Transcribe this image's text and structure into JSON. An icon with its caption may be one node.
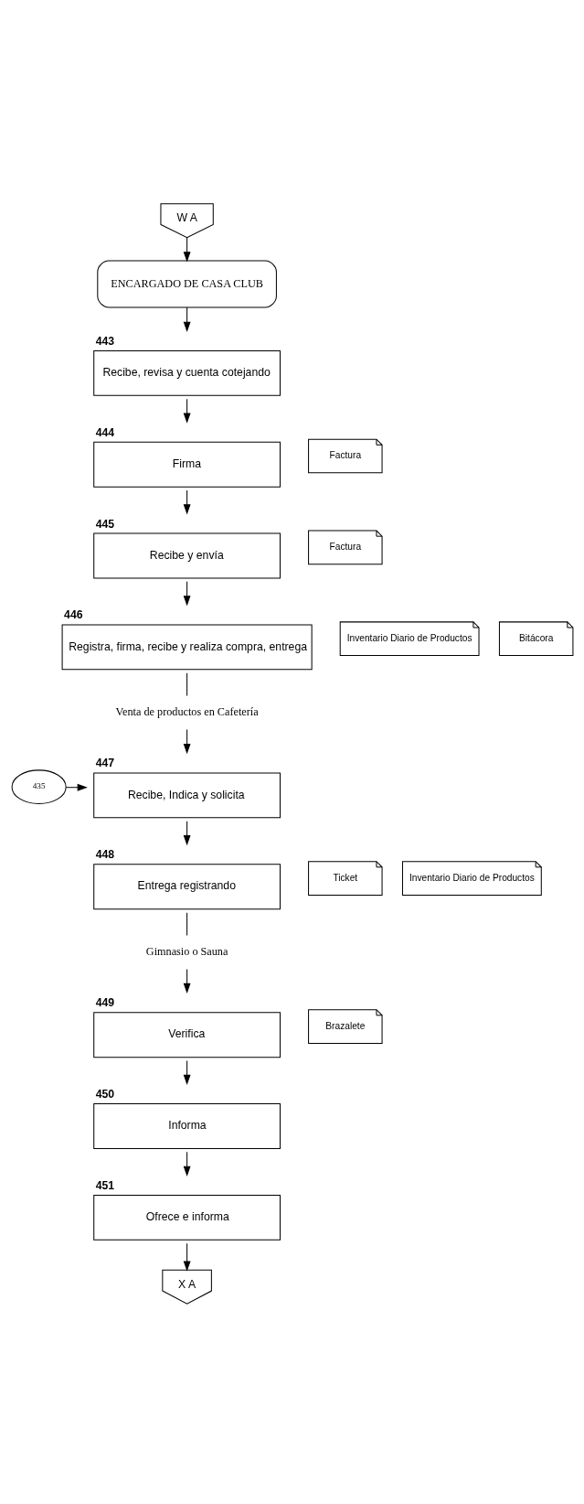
{
  "diagram": {
    "nodes": [
      {
        "text": [
          "W A"
        ]
      },
      {
        "text": [
          "ENCARGADO DE CASA CLUB"
        ]
      },
      {
        "text": [
          "Recibe, revisa y cuenta cotejando"
        ],
        "beside": [
          "443"
        ]
      },
      {
        "text": [
          "Firma"
        ],
        "beside": [
          "444"
        ]
      },
      {
        "text": [
          "Factura"
        ]
      },
      {
        "text": [
          "Recibe y envía"
        ],
        "beside": [
          "445"
        ]
      },
      {
        "text": [
          "Factura"
        ]
      },
      {
        "text": [
          "Registra, firma, recibe y realiza compra, entrega"
        ],
        "beside": [
          "446"
        ]
      },
      {
        "text": [
          "Inventario Diario de Productos"
        ]
      },
      {
        "text": [
          "Bitácora"
        ]
      },
      {
        "text": [
          "Venta de productos en Cafetería"
        ]
      },
      {
        "text": [
          "435"
        ]
      },
      {
        "text": [
          "Recibe, Indica y solicita"
        ],
        "beside": [
          "447"
        ]
      },
      {
        "text": [
          "Entrega registrando"
        ],
        "beside": [
          "448"
        ]
      },
      {
        "text": [
          "Ticket"
        ]
      },
      {
        "text": [
          "Inventario Diario de Productos"
        ]
      },
      {
        "text": [
          "Gimnasio o Sauna"
        ]
      },
      {
        "text": [
          "Verifica"
        ],
        "beside": [
          "449"
        ]
      },
      {
        "text": [
          "Brazalete"
        ]
      },
      {
        "text": [
          "Informa"
        ],
        "beside": [
          "450"
        ]
      },
      {
        "text": [
          "Ofrece e informa"
        ],
        "beside": [
          "451"
        ]
      },
      {
        "text": [
          "X A"
        ]
      }
    ],
    "edges": [
      {
        "from": 0,
        "to": 1,
        "arrow": "to"
      },
      {
        "from": 1,
        "to": 2,
        "arrow": "to"
      },
      {
        "from": 2,
        "to": 3,
        "arrow": "to"
      },
      {
        "from": 3,
        "to": 5,
        "arrow": "to"
      },
      {
        "from": 5,
        "to": 7,
        "arrow": "to"
      },
      {
        "from": 7,
        "to": 10,
        "arrow": "none"
      },
      {
        "from": 10,
        "to": 12,
        "arrow": "to"
      },
      {
        "from": 11,
        "to": 12,
        "arrow": "to"
      },
      {
        "from": 12,
        "to": 13,
        "arrow": "to"
      },
      {
        "from": 13,
        "to": 16,
        "arrow": "none"
      },
      {
        "from": 16,
        "to": 17,
        "arrow": "to"
      },
      {
        "from": 17,
        "to": 19,
        "arrow": "to"
      },
      {
        "from": 19,
        "to": 20,
        "arrow": "to"
      },
      {
        "from": 20,
        "to": 21,
        "arrow": "to"
      }
    ]
  }
}
